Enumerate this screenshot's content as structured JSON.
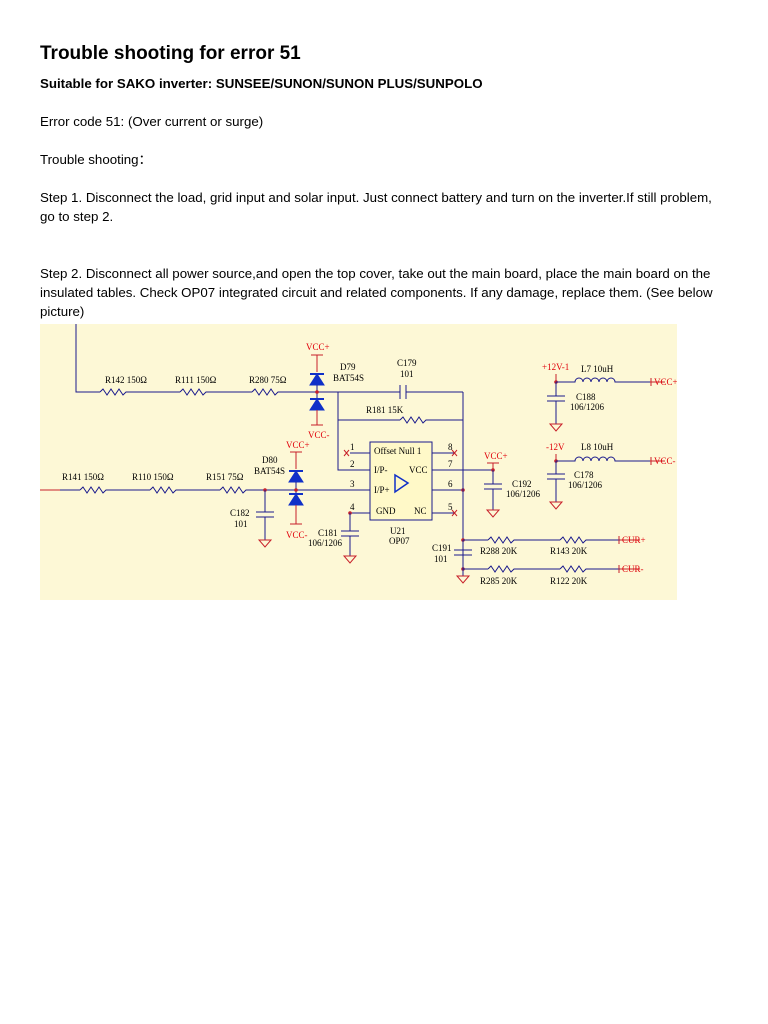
{
  "document": {
    "title": "Trouble shooting for error 51",
    "subtitle": "Suitable for SAKO inverter: SUNSEE/SUNON/SUNON PLUS/SUNPOLO",
    "error_code": "Error code 51: (Over current or surge)",
    "troubleshooting_heading": "Trouble shooting：",
    "step1": "Step 1.    Disconnect the load, grid input and solar input. Just connect battery and turn on the inverter.If still problem, go to step 2.",
    "step2": "Step 2. Disconnect all power source,and open the top cover, take out the main board, place the main board on the insulated tables. Check OP07 integrated circuit and related components. If any damage, replace them. (See below picture)"
  },
  "schematic": {
    "resistors": {
      "r142": "R142  150Ω",
      "r111": "R111  150Ω",
      "r280": "R280  75Ω",
      "r141": "R141  150Ω",
      "r110": "R110  150Ω",
      "r151": "R151  75Ω",
      "r181": "R181  15K",
      "r288": "R288  20K",
      "r143": "R143  20K",
      "r285": "R285  20K",
      "r122": "R122  20K"
    },
    "capacitors": {
      "c179": "C179",
      "c179_val": "101",
      "c182": "C182",
      "c182_val": "101",
      "c181": "C181",
      "c181_val": "106/1206",
      "c192": "C192",
      "c192_val": "106/1206",
      "c188": "C188",
      "c188_val": "106/1206",
      "c178": "C178",
      "c178_val": "106/1206",
      "c191": "C191",
      "c191_val": "101"
    },
    "diodes": {
      "d79": "D79",
      "d79_part": "BAT54S",
      "d80": "D80",
      "d80_part": "BAT54S"
    },
    "inductors": {
      "l7": "L7  10uH",
      "l8": "L8  10uH"
    },
    "power": {
      "vcc_plus": "VCC+",
      "vcc_minus": "VCC-",
      "plus12v": "+12V-1",
      "minus12v": "-12V"
    },
    "ports": {
      "vcc_plus": "VCC+",
      "vcc_minus": "VCC-",
      "cur_plus": "CUR+",
      "cur_minus": "CUR-"
    },
    "ic": {
      "ref": "U21",
      "part": "OP07",
      "pin_offset": "Offset Null 1",
      "pin_inm": "I/P-",
      "pin_inp": "I/P+",
      "pin_vcc": "VCC",
      "pin_gnd": "GND",
      "pin_nc": "NC",
      "pins": [
        "1",
        "2",
        "3",
        "4",
        "5",
        "6",
        "7",
        "8"
      ]
    }
  }
}
